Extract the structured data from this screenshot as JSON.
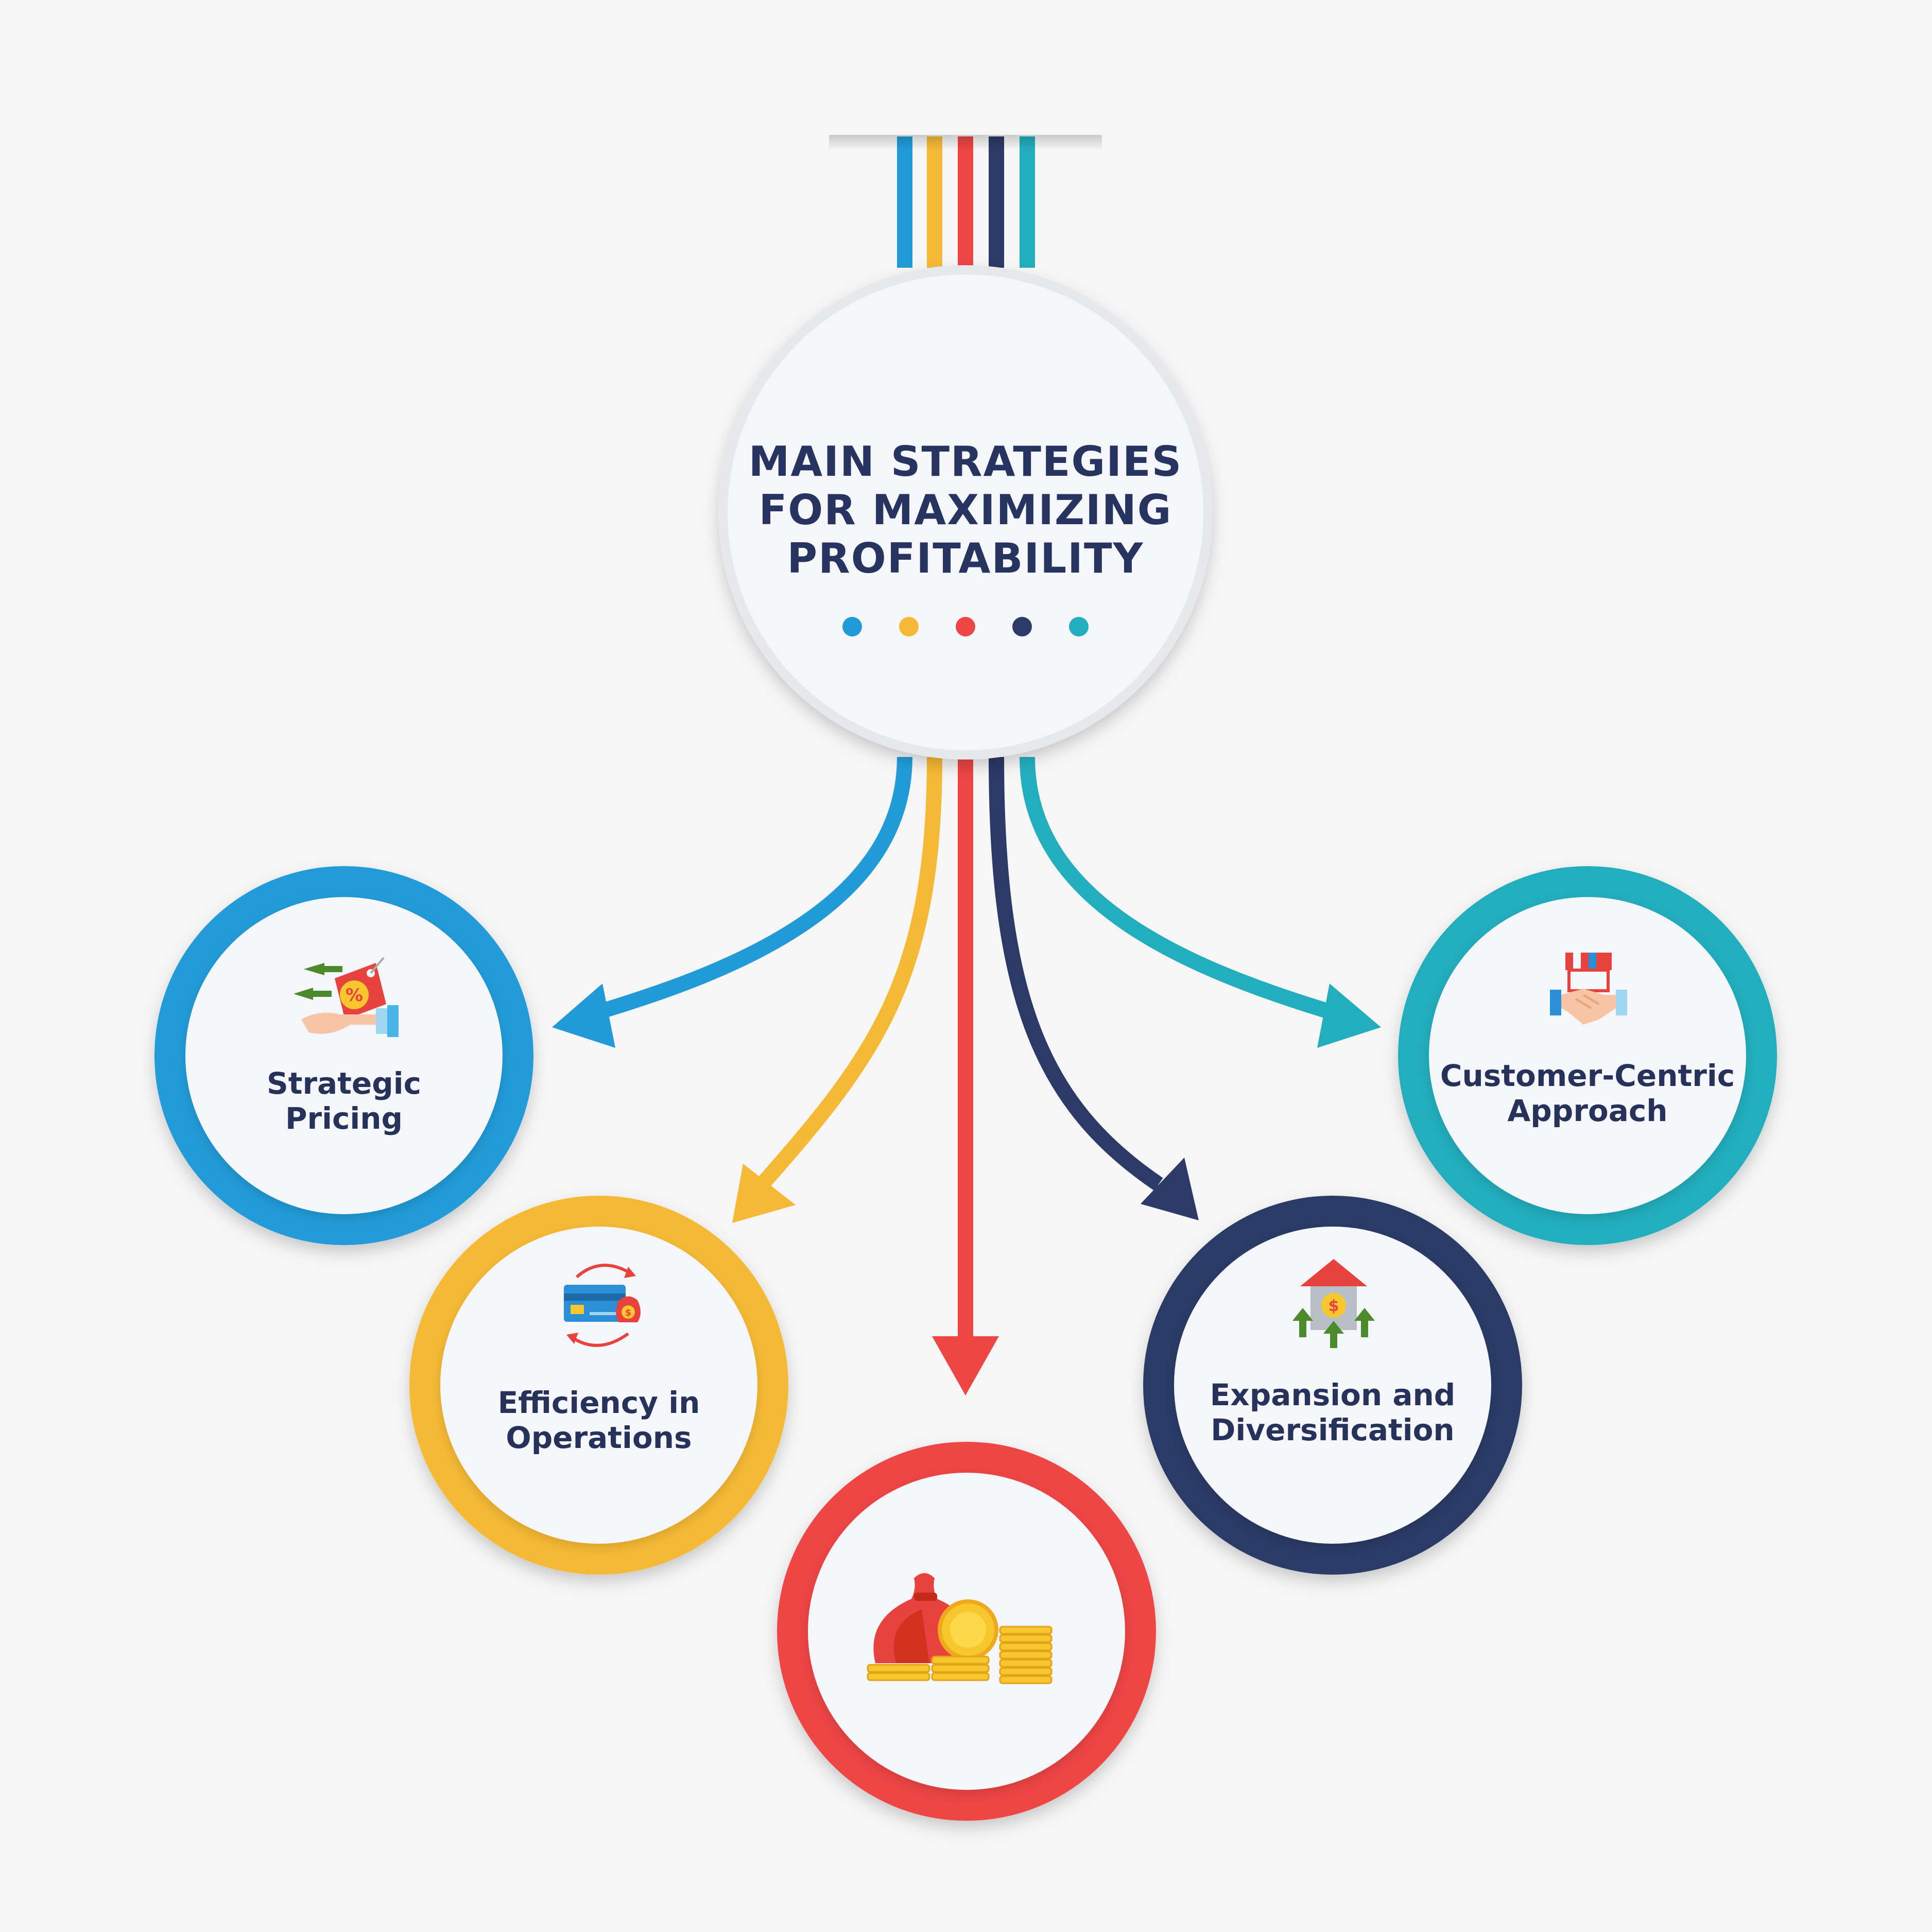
{
  "title": {
    "line1": "MAIN STRATEGIES",
    "line2": "FOR MAXIMIZING",
    "line3": "PROFITABILITY"
  },
  "colors": {
    "blue": "#219bd8",
    "yellow": "#f5b935",
    "red": "#ee4545",
    "navy": "#2b3a66",
    "teal": "#23aebd",
    "text": "#27325a",
    "background": "#f6f6f6"
  },
  "nodes": [
    {
      "id": "strategic-pricing",
      "color": "blue",
      "icon": "price-tag-hand-icon",
      "line1": "Strategic",
      "line2": "Pricing"
    },
    {
      "id": "efficiency-in-operations",
      "color": "yellow",
      "icon": "card-exchange-icon",
      "line1": "Efficiency in",
      "line2": "Operations"
    },
    {
      "id": "revenue",
      "color": "red",
      "icon": "money-bag-coins-icon",
      "line1": "",
      "line2": ""
    },
    {
      "id": "expansion-and-diversification",
      "color": "navy",
      "icon": "building-growth-icon",
      "line1": "Expansion and",
      "line2": "Diversification"
    },
    {
      "id": "customer-centric-approach",
      "color": "teal",
      "icon": "store-handshake-icon",
      "line1": "Customer-Centric",
      "line2": "Approach"
    }
  ]
}
